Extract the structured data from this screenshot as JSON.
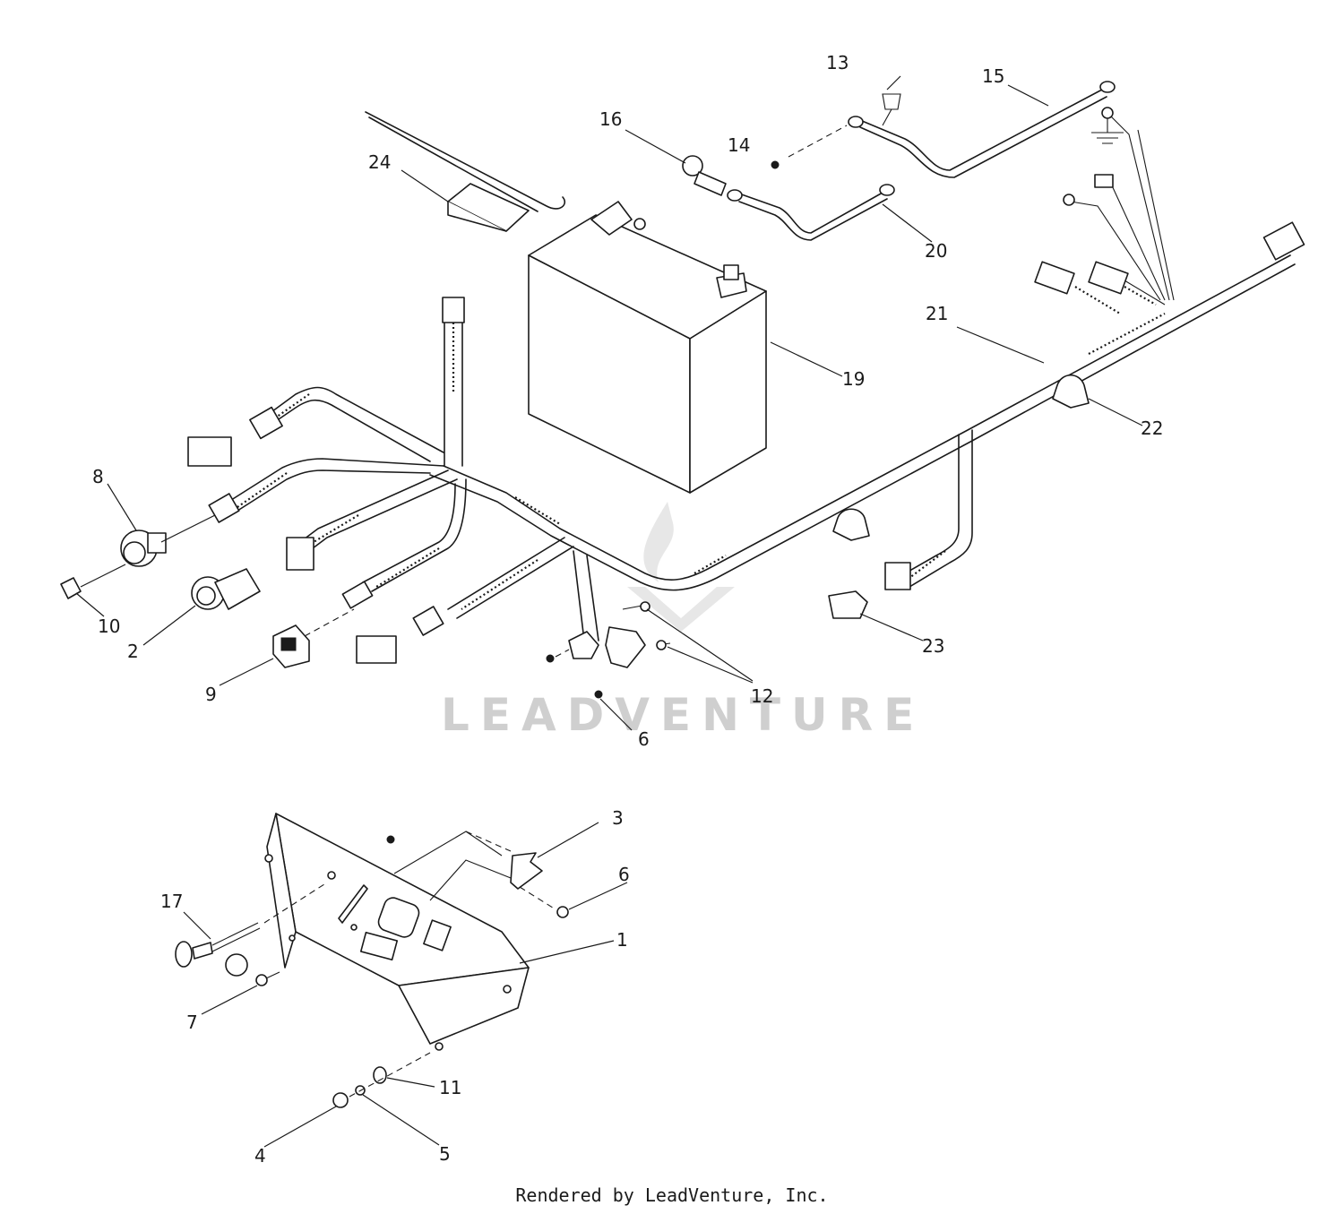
{
  "callouts": [
    {
      "id": "c1",
      "label": "1"
    },
    {
      "id": "c2",
      "label": "2"
    },
    {
      "id": "c3",
      "label": "3"
    },
    {
      "id": "c4",
      "label": "4"
    },
    {
      "id": "c5",
      "label": "5"
    },
    {
      "id": "c6a",
      "label": "6"
    },
    {
      "id": "c6b",
      "label": "6"
    },
    {
      "id": "c7",
      "label": "7"
    },
    {
      "id": "c8",
      "label": "8"
    },
    {
      "id": "c9",
      "label": "9"
    },
    {
      "id": "c10",
      "label": "10"
    },
    {
      "id": "c11",
      "label": "11"
    },
    {
      "id": "c12",
      "label": "12"
    },
    {
      "id": "c13",
      "label": "13"
    },
    {
      "id": "c14",
      "label": "14"
    },
    {
      "id": "c15",
      "label": "15"
    },
    {
      "id": "c16",
      "label": "16"
    },
    {
      "id": "c17",
      "label": "17"
    },
    {
      "id": "c19",
      "label": "19"
    },
    {
      "id": "c20",
      "label": "20"
    },
    {
      "id": "c21",
      "label": "21"
    },
    {
      "id": "c22",
      "label": "22"
    },
    {
      "id": "c23",
      "label": "23"
    },
    {
      "id": "c24",
      "label": "24"
    }
  ],
  "watermark": "LEADVENTURE",
  "footer": "Rendered by LeadVenture, Inc."
}
